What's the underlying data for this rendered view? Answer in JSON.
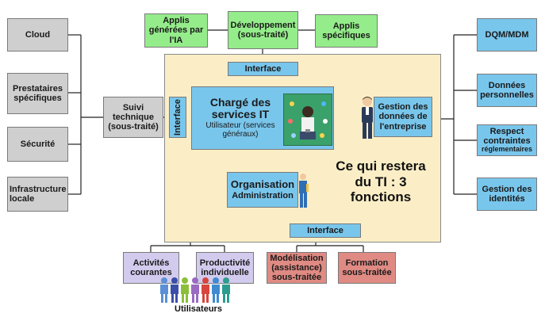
{
  "left_boxes": [
    "Cloud",
    "Prestataires spécifiques",
    "Sécurité",
    "Infrastructure locale"
  ],
  "suivi": "Suivi technique (sous-traité)",
  "top": {
    "left": "Applis générées par l'IA",
    "center": "Développement (sous-traité)",
    "right": "Applis spécifiques"
  },
  "interface_top": "Interface",
  "interface_left": "Interface",
  "interface_bottom": "Interface",
  "center_box": {
    "title": "Chargé des services IT",
    "subtitle": "Utilisateur (services généraux)"
  },
  "gestion": "Gestion des données de l'entreprise",
  "organisation": {
    "title": "Organisation",
    "subtitle": "Administration"
  },
  "big_text": "Ce qui restera du TI : 3 fonctions",
  "right_boxes": [
    "DQM/MDM",
    "Données personnelles",
    "Respect contraintes",
    "réglementaires",
    "Gestion des identités"
  ],
  "bottom_left": [
    "Activités courantes",
    "Productivité individuelle"
  ],
  "bottom_right": [
    "Modélisation (assistance) sous-traitée",
    "Formation sous-traitée"
  ],
  "users_label": "Utilisateurs",
  "colors": {
    "gray": "#cfcfcf",
    "green": "#94ec8a",
    "blue": "#79c6ec",
    "purple": "#d2cbee",
    "red": "#df8a83",
    "cream": "#fbeec6"
  }
}
